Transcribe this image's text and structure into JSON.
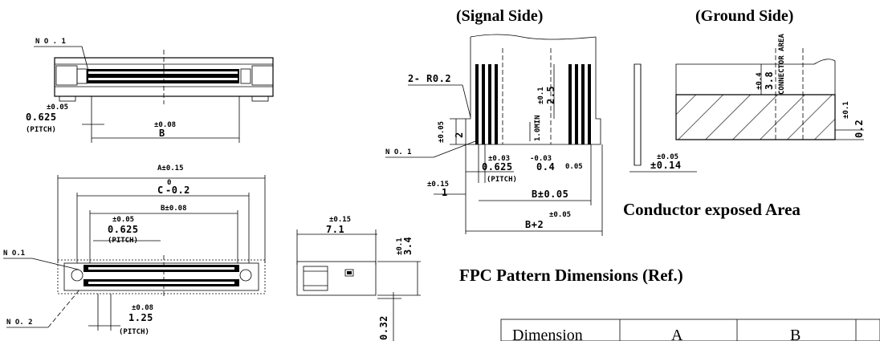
{
  "headings": {
    "signal_side": "(Signal Side)",
    "ground_side": "(Ground Side)",
    "conductor_area": "Conductor exposed Area",
    "fpc_pattern": "FPC Pattern Dimensions (Ref.)"
  },
  "front_view": {
    "no1": "N O . 1",
    "pitch_tol": "±0.05",
    "pitch_val": "0.625",
    "pitch_label": "(PITCH)",
    "b_tol": "±0.08",
    "b_label": "B"
  },
  "top_view": {
    "a_tol": "A±0.15",
    "c_label": "C",
    "c_tol": "0",
    "c_tol2": "-0.2",
    "b_tol": "B±0.08",
    "no1": "N O.1",
    "pitch_tol": "±0.05",
    "pitch_val": "0.625",
    "pitch_label": "(PITCH)",
    "no2": "N O. 2",
    "pitch2_tol": "±0.08",
    "pitch2_val": "1.25",
    "pitch2_label": "(PITCH)"
  },
  "side_view": {
    "w_tol": "±0.15",
    "w_val": "7.1",
    "h_tol": "±0.1",
    "h_val": "3.4",
    "t_val": "0.32"
  },
  "signal_pattern": {
    "radius": "2- R0.2",
    "no1": "N O. 1",
    "h_tol": "±0.05",
    "h_val": "2",
    "len_tol": "±0.1",
    "len_val": "2.5",
    "min_label": "1.0MIN",
    "pitch_tol": "±0.03",
    "pitch_val": "0.625",
    "pitch_label": "(PITCH)",
    "w_tol": "-0.03",
    "w_val": "0.4",
    "w_tol2": "0.05",
    "one_tol": "±0.15",
    "one_val": "1",
    "b_label": "B±0.05",
    "b2_label": "B+2",
    "b2_tol": "±0.05"
  },
  "ground_pattern": {
    "h_tol": "±0.4",
    "h_val": "3.8",
    "area_label": "CONNECTOR AREA",
    "t_tol": "±0.05",
    "t_val": "±0.14",
    "z_tol": "±0.1",
    "z_val": "0.2"
  },
  "table": {
    "headers": [
      "Dimension",
      "A",
      "B"
    ]
  }
}
